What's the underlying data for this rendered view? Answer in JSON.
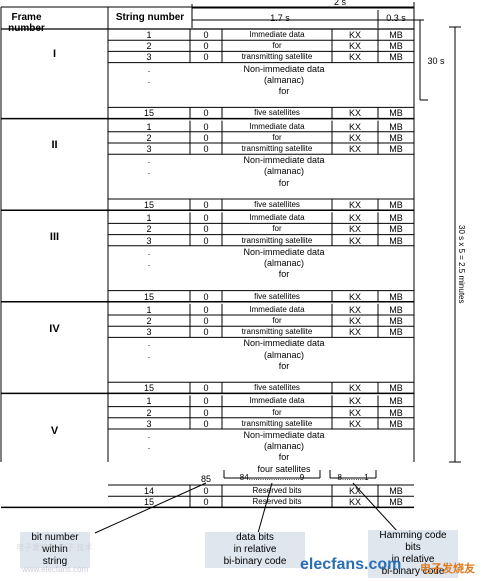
{
  "headers": {
    "frame": "Frame number",
    "string": "String number"
  },
  "top_labels": {
    "total": "2 s",
    "one_seven": "1.7 s",
    "zero_three": "0.3 s",
    "thirty": "30 s"
  },
  "side_label": "30 s x 5 = 2.5 minutes",
  "frames": [
    {
      "id": "I",
      "rows": [
        {
          "n": "1",
          "z": "0",
          "t": "Immediate data",
          "kx": "KX",
          "mb": "MB"
        },
        {
          "n": "2",
          "z": "0",
          "t": "for",
          "kx": "KX",
          "mb": "MB"
        },
        {
          "n": "3",
          "z": "0",
          "t": "transmitting satellite",
          "kx": "KX",
          "mb": "MB"
        },
        {
          "n": ".",
          "nonimm": true,
          "lines": [
            "Non-immediate data",
            "(almanac)",
            "for"
          ]
        },
        {
          "n": "15",
          "z": "0",
          "t": "five satellites",
          "kx": "KX",
          "mb": "MB"
        }
      ]
    },
    {
      "id": "II",
      "rows": [
        {
          "n": "1",
          "z": "0",
          "t": "Immediate data",
          "kx": "KX",
          "mb": "MB"
        },
        {
          "n": "2",
          "z": "0",
          "t": "for",
          "kx": "KX",
          "mb": "MB"
        },
        {
          "n": "3",
          "z": "0",
          "t": "transmitting satellite",
          "kx": "KX",
          "mb": "MB"
        },
        {
          "n": ".",
          "nonimm": true,
          "lines": [
            "Non-immediate data",
            "(almanac)",
            "for"
          ]
        },
        {
          "n": "15",
          "z": "0",
          "t": "five satellites",
          "kx": "KX",
          "mb": "MB"
        }
      ]
    },
    {
      "id": "III",
      "rows": [
        {
          "n": "1",
          "z": "0",
          "t": "Immediate data",
          "kx": "KX",
          "mb": "MB"
        },
        {
          "n": "2",
          "z": "0",
          "t": "for",
          "kx": "KX",
          "mb": "MB"
        },
        {
          "n": "3",
          "z": "0",
          "t": "transmitting satellite",
          "kx": "KX",
          "mb": "MB"
        },
        {
          "n": ".",
          "nonimm": true,
          "lines": [
            "Non-immediate data",
            "(almanac)",
            "for"
          ]
        },
        {
          "n": "15",
          "z": "0",
          "t": "five satellites",
          "kx": "KX",
          "mb": "MB"
        }
      ]
    },
    {
      "id": "IV",
      "rows": [
        {
          "n": "1",
          "z": "0",
          "t": "Immediate data",
          "kx": "KX",
          "mb": "MB"
        },
        {
          "n": "2",
          "z": "0",
          "t": "for",
          "kx": "KX",
          "mb": "MB"
        },
        {
          "n": "3",
          "z": "0",
          "t": "transmitting satellite",
          "kx": "KX",
          "mb": "MB"
        },
        {
          "n": ".",
          "nonimm": true,
          "lines": [
            "Non-immediate data",
            "(almanac)",
            "for"
          ]
        },
        {
          "n": "15",
          "z": "0",
          "t": "five satellites",
          "kx": "KX",
          "mb": "MB"
        }
      ]
    },
    {
      "id": "V",
      "rows": [
        {
          "n": "1",
          "z": "0",
          "t": "Immediate data",
          "kx": "KX",
          "mb": "MB"
        },
        {
          "n": "2",
          "z": "0",
          "t": "for",
          "kx": "KX",
          "mb": "MB"
        },
        {
          "n": "3",
          "z": "0",
          "t": "transmitting satellite",
          "kx": "KX",
          "mb": "MB"
        },
        {
          "n": ".",
          "nonimm": true,
          "lines": [
            "Non-immediate data",
            "(almanac)",
            "for",
            "four satellites"
          ]
        },
        {
          "n": "14",
          "z": "0",
          "t": "Reserved bits",
          "kx": "KX",
          "mb": "MB"
        },
        {
          "n": "15",
          "z": "0",
          "t": "Reserved bits",
          "kx": "KX",
          "mb": "MB"
        }
      ]
    }
  ],
  "bit_labels": {
    "b85": "85",
    "b84": "84.......................9",
    "b8": "8..........1"
  },
  "captions": {
    "bit_number": [
      "bit number",
      "within",
      "string"
    ],
    "data_bits": [
      "data bits",
      "in relative",
      "bi-binary code"
    ],
    "hamming": [
      "Hamming code",
      "bits",
      "in relative",
      "bi-binary code"
    ]
  },
  "watermarks": {
    "brand": "elecfans.com",
    "cn": "电子发烧友",
    "left": "www.elecfans.com",
    "left2": "电子发烧友 电子 技术"
  },
  "colors": {
    "line": "#000000",
    "caption_bg": "#dfe6ee",
    "brand_blue": "#2a6fb5",
    "brand_orange": "#e07a1f"
  }
}
